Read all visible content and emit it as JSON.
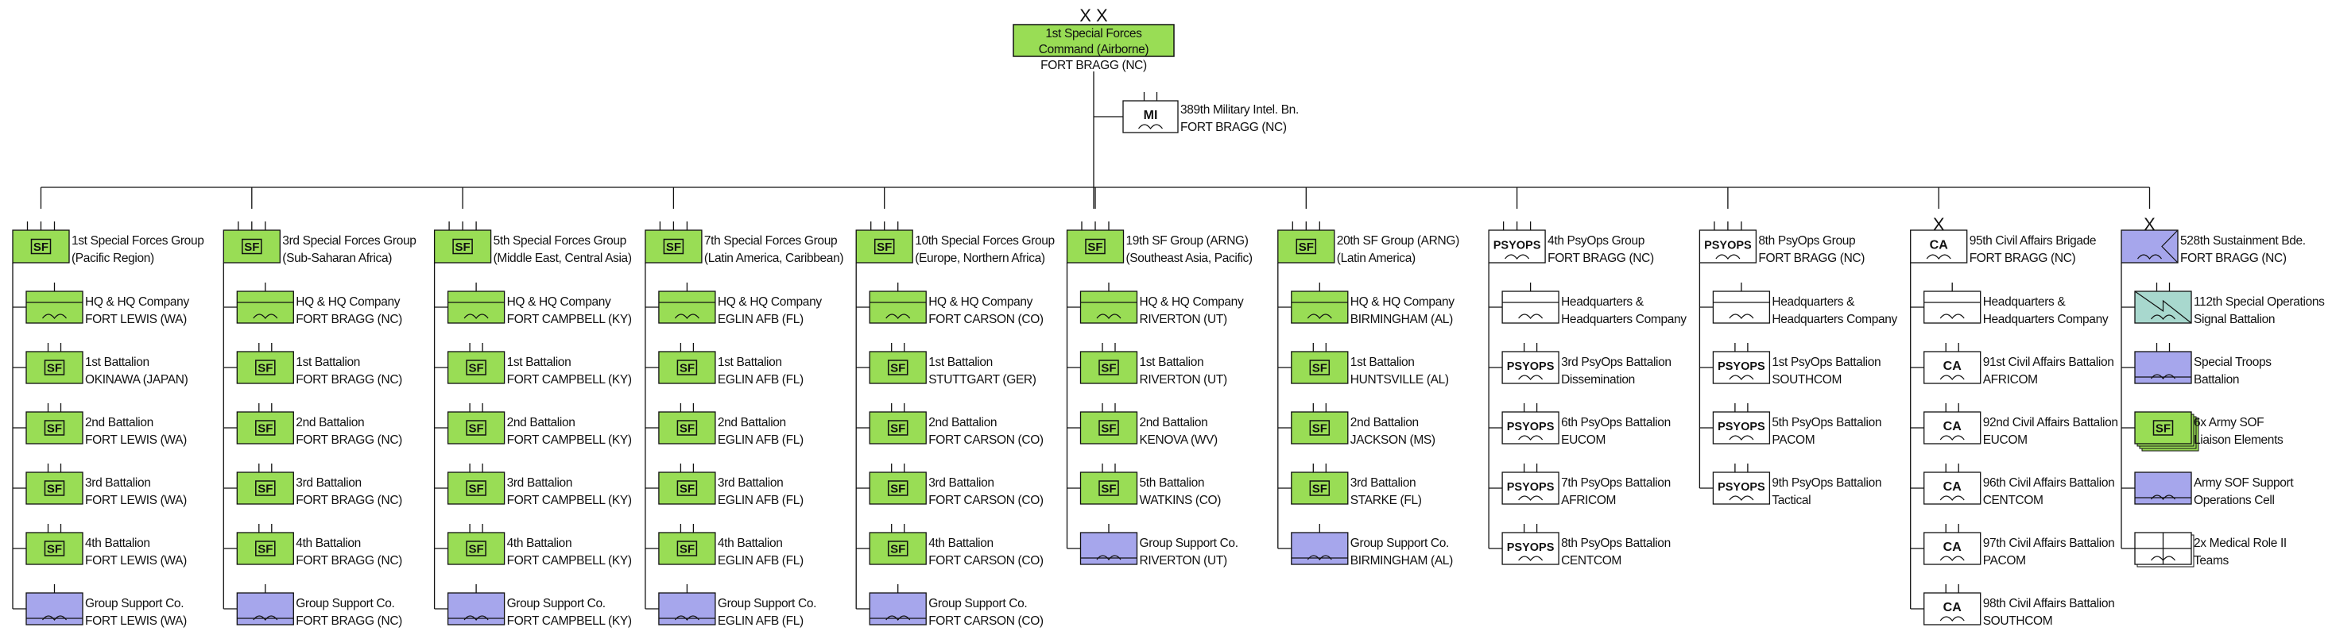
{
  "colors": {
    "sf_green": "#99DD55",
    "support_purple": "#A6A6EC",
    "signal_teal": "#A8D8CE",
    "line": "#111111",
    "white": "#FFFFFF"
  },
  "root": {
    "echelon": "X X",
    "lines": [
      "1st Special Forces",
      "Command (Airborne)"
    ],
    "location": "FORT BRAGG (NC)"
  },
  "mi": {
    "type": "mi",
    "label": "MI",
    "ticks": 2,
    "lines": [
      "389th Military Intel. Bn.",
      "FORT BRAGG (NC)"
    ]
  },
  "columns": [
    {
      "echelon": "",
      "group": {
        "type": "sf",
        "label": "SF",
        "ticks": 3,
        "lines": [
          "1st Special Forces Group",
          "(Pacific Region)"
        ]
      },
      "children": [
        {
          "type": "hq",
          "ticks": 1,
          "lines": [
            "HQ & HQ Company",
            "FORT LEWIS (WA)"
          ]
        },
        {
          "type": "sf",
          "label": "SF",
          "ticks": 2,
          "lines": [
            "1st Battalion",
            "OKINAWA (JAPAN)"
          ]
        },
        {
          "type": "sf",
          "label": "SF",
          "ticks": 2,
          "lines": [
            "2nd Battalion",
            "FORT LEWIS (WA)"
          ]
        },
        {
          "type": "sf",
          "label": "SF",
          "ticks": 2,
          "lines": [
            "3rd Battalion",
            "FORT LEWIS (WA)"
          ]
        },
        {
          "type": "sf",
          "label": "SF",
          "ticks": 2,
          "lines": [
            "4th Battalion",
            "FORT LEWIS (WA)"
          ]
        },
        {
          "type": "support",
          "ticks": 1,
          "lines": [
            "Group Support Co.",
            "FORT LEWIS (WA)"
          ]
        }
      ]
    },
    {
      "echelon": "",
      "group": {
        "type": "sf",
        "label": "SF",
        "ticks": 3,
        "lines": [
          "3rd Special Forces Group",
          "(Sub-Saharan Africa)"
        ]
      },
      "children": [
        {
          "type": "hq",
          "ticks": 1,
          "lines": [
            "HQ & HQ Company",
            "FORT BRAGG (NC)"
          ]
        },
        {
          "type": "sf",
          "label": "SF",
          "ticks": 2,
          "lines": [
            "1st Battalion",
            "FORT BRAGG (NC)"
          ]
        },
        {
          "type": "sf",
          "label": "SF",
          "ticks": 2,
          "lines": [
            "2nd Battalion",
            "FORT BRAGG (NC)"
          ]
        },
        {
          "type": "sf",
          "label": "SF",
          "ticks": 2,
          "lines": [
            "3rd Battalion",
            "FORT BRAGG (NC)"
          ]
        },
        {
          "type": "sf",
          "label": "SF",
          "ticks": 2,
          "lines": [
            "4th Battalion",
            "FORT BRAGG (NC)"
          ]
        },
        {
          "type": "support",
          "ticks": 1,
          "lines": [
            "Group Support Co.",
            "FORT BRAGG (NC)"
          ]
        }
      ]
    },
    {
      "echelon": "",
      "group": {
        "type": "sf",
        "label": "SF",
        "ticks": 3,
        "lines": [
          "5th Special Forces Group",
          "(Middle East, Central Asia)"
        ]
      },
      "children": [
        {
          "type": "hq",
          "ticks": 1,
          "lines": [
            "HQ & HQ Company",
            "FORT CAMPBELL (KY)"
          ]
        },
        {
          "type": "sf",
          "label": "SF",
          "ticks": 2,
          "lines": [
            "1st Battalion",
            "FORT CAMPBELL (KY)"
          ]
        },
        {
          "type": "sf",
          "label": "SF",
          "ticks": 2,
          "lines": [
            "2nd Battalion",
            "FORT CAMPBELL (KY)"
          ]
        },
        {
          "type": "sf",
          "label": "SF",
          "ticks": 2,
          "lines": [
            "3rd Battalion",
            "FORT CAMPBELL (KY)"
          ]
        },
        {
          "type": "sf",
          "label": "SF",
          "ticks": 2,
          "lines": [
            "4th Battalion",
            "FORT CAMPBELL (KY)"
          ]
        },
        {
          "type": "support",
          "ticks": 1,
          "lines": [
            "Group Support Co.",
            "FORT CAMPBELL (KY)"
          ]
        }
      ]
    },
    {
      "echelon": "",
      "group": {
        "type": "sf",
        "label": "SF",
        "ticks": 3,
        "lines": [
          "7th Special Forces Group",
          "(Latin America, Caribbean)"
        ]
      },
      "children": [
        {
          "type": "hq",
          "ticks": 1,
          "lines": [
            "HQ & HQ Company",
            "EGLIN AFB (FL)"
          ]
        },
        {
          "type": "sf",
          "label": "SF",
          "ticks": 2,
          "lines": [
            "1st Battalion",
            "EGLIN AFB (FL)"
          ]
        },
        {
          "type": "sf",
          "label": "SF",
          "ticks": 2,
          "lines": [
            "2nd Battalion",
            "EGLIN AFB (FL)"
          ]
        },
        {
          "type": "sf",
          "label": "SF",
          "ticks": 2,
          "lines": [
            "3rd Battalion",
            "EGLIN AFB (FL)"
          ]
        },
        {
          "type": "sf",
          "label": "SF",
          "ticks": 2,
          "lines": [
            "4th Battalion",
            "EGLIN AFB (FL)"
          ]
        },
        {
          "type": "support",
          "ticks": 1,
          "lines": [
            "Group Support Co.",
            "EGLIN AFB (FL)"
          ]
        }
      ]
    },
    {
      "echelon": "",
      "group": {
        "type": "sf",
        "label": "SF",
        "ticks": 3,
        "lines": [
          "10th Special Forces Group",
          "(Europe, Northern Africa)"
        ]
      },
      "children": [
        {
          "type": "hq",
          "ticks": 1,
          "lines": [
            "HQ & HQ Company",
            "FORT CARSON (CO)"
          ]
        },
        {
          "type": "sf",
          "label": "SF",
          "ticks": 2,
          "lines": [
            "1st Battalion",
            "STUTTGART (GER)"
          ]
        },
        {
          "type": "sf",
          "label": "SF",
          "ticks": 2,
          "lines": [
            "2nd Battalion",
            "FORT CARSON (CO)"
          ]
        },
        {
          "type": "sf",
          "label": "SF",
          "ticks": 2,
          "lines": [
            "3rd Battalion",
            "FORT CARSON (CO)"
          ]
        },
        {
          "type": "sf",
          "label": "SF",
          "ticks": 2,
          "lines": [
            "4th Battalion",
            "FORT CARSON (CO)"
          ]
        },
        {
          "type": "support",
          "ticks": 1,
          "lines": [
            "Group Support Co.",
            "FORT CARSON (CO)"
          ]
        }
      ]
    },
    {
      "echelon": "",
      "group": {
        "type": "sf",
        "label": "SF",
        "ticks": 3,
        "lines": [
          "19th SF Group (ARNG)",
          "(Southeast Asia, Pacific)"
        ]
      },
      "children": [
        {
          "type": "hq",
          "ticks": 1,
          "lines": [
            "HQ & HQ Company",
            "RIVERTON (UT)"
          ]
        },
        {
          "type": "sf",
          "label": "SF",
          "ticks": 2,
          "lines": [
            "1st Battalion",
            "RIVERTON (UT)"
          ]
        },
        {
          "type": "sf",
          "label": "SF",
          "ticks": 2,
          "lines": [
            "2nd Battalion",
            "KENOVA (WV)"
          ]
        },
        {
          "type": "sf",
          "label": "SF",
          "ticks": 2,
          "lines": [
            "5th Battalion",
            "WATKINS (CO)"
          ]
        },
        {
          "type": "support",
          "ticks": 1,
          "lines": [
            "Group Support Co.",
            "RIVERTON (UT)"
          ]
        }
      ]
    },
    {
      "echelon": "",
      "group": {
        "type": "sf",
        "label": "SF",
        "ticks": 3,
        "lines": [
          "20th SF Group (ARNG)",
          "(Latin America)"
        ]
      },
      "children": [
        {
          "type": "hq",
          "ticks": 1,
          "lines": [
            "HQ & HQ Company",
            "BIRMINGHAM (AL)"
          ]
        },
        {
          "type": "sf",
          "label": "SF",
          "ticks": 2,
          "lines": [
            "1st Battalion",
            "HUNTSVILLE (AL)"
          ]
        },
        {
          "type": "sf",
          "label": "SF",
          "ticks": 2,
          "lines": [
            "2nd Battalion",
            "JACKSON (MS)"
          ]
        },
        {
          "type": "sf",
          "label": "SF",
          "ticks": 2,
          "lines": [
            "3rd Battalion",
            "STARKE (FL)"
          ]
        },
        {
          "type": "support",
          "ticks": 1,
          "lines": [
            "Group Support Co.",
            "BIRMINGHAM (AL)"
          ]
        }
      ]
    },
    {
      "echelon": "",
      "group": {
        "type": "psyops",
        "label": "PSYOPS",
        "ticks": 3,
        "lines": [
          "4th PsyOps Group",
          "FORT BRAGG (NC)"
        ]
      },
      "children": [
        {
          "type": "hq_white",
          "ticks": 1,
          "lines": [
            "Headquarters &",
            "Headquarters Company"
          ]
        },
        {
          "type": "psyops",
          "label": "PSYOPS",
          "ticks": 2,
          "lines": [
            "3rd PsyOps Battalion",
            "Dissemination"
          ]
        },
        {
          "type": "psyops",
          "label": "PSYOPS",
          "ticks": 2,
          "lines": [
            "6th PsyOps Battalion",
            "EUCOM"
          ]
        },
        {
          "type": "psyops",
          "label": "PSYOPS",
          "ticks": 2,
          "lines": [
            "7th PsyOps Battalion",
            "AFRICOM"
          ]
        },
        {
          "type": "psyops",
          "label": "PSYOPS",
          "ticks": 2,
          "lines": [
            "8th PsyOps Battalion",
            "CENTCOM"
          ]
        }
      ]
    },
    {
      "echelon": "",
      "group": {
        "type": "psyops",
        "label": "PSYOPS",
        "ticks": 3,
        "lines": [
          "8th PsyOps Group",
          "FORT BRAGG (NC)"
        ]
      },
      "children": [
        {
          "type": "hq_white",
          "ticks": 1,
          "lines": [
            "Headquarters &",
            "Headquarters Company"
          ]
        },
        {
          "type": "psyops",
          "label": "PSYOPS",
          "ticks": 2,
          "lines": [
            "1st PsyOps Battalion",
            "SOUTHCOM"
          ]
        },
        {
          "type": "psyops",
          "label": "PSYOPS",
          "ticks": 2,
          "lines": [
            "5th PsyOps Battalion",
            "PACOM"
          ]
        },
        {
          "type": "psyops",
          "label": "PSYOPS",
          "ticks": 2,
          "lines": [
            "9th PsyOps Battalion",
            "Tactical"
          ]
        }
      ]
    },
    {
      "echelon": "X",
      "group": {
        "type": "ca",
        "label": "CA",
        "ticks": 0,
        "lines": [
          "95th Civil Affairs Brigade",
          "FORT BRAGG (NC)"
        ]
      },
      "children": [
        {
          "type": "hq_white",
          "ticks": 1,
          "lines": [
            "Headquarters &",
            "Headquarters Company"
          ]
        },
        {
          "type": "ca",
          "label": "CA",
          "ticks": 2,
          "lines": [
            "91st Civil Affairs Battalion",
            "AFRICOM"
          ]
        },
        {
          "type": "ca",
          "label": "CA",
          "ticks": 2,
          "lines": [
            "92nd Civil Affairs Battalion",
            "EUCOM"
          ]
        },
        {
          "type": "ca",
          "label": "CA",
          "ticks": 2,
          "lines": [
            "96th Civil Affairs Battalion",
            "CENTCOM"
          ]
        },
        {
          "type": "ca",
          "label": "CA",
          "ticks": 2,
          "lines": [
            "97th Civil Affairs Battalion",
            "PACOM"
          ]
        },
        {
          "type": "ca",
          "label": "CA",
          "ticks": 2,
          "lines": [
            "98th Civil Affairs Battalion",
            "SOUTHCOM"
          ]
        }
      ]
    },
    {
      "echelon": "X",
      "group": {
        "type": "sustainment",
        "ticks": 0,
        "lines": [
          "528th Sustainment Bde.",
          "FORT BRAGG (NC)"
        ]
      },
      "children": [
        {
          "type": "signal",
          "ticks": 2,
          "lines": [
            "112th Special Operations",
            "Signal Battalion"
          ]
        },
        {
          "type": "support",
          "ticks": 2,
          "lines": [
            "Special Troops",
            "Battalion"
          ]
        },
        {
          "type": "sf_stack",
          "label": "SF",
          "ticks": 0,
          "lines": [
            "6x Army SOF",
            "Liaison Elements"
          ]
        },
        {
          "type": "support",
          "ticks": 0,
          "lines": [
            "Army SOF Support",
            "Operations Cell"
          ]
        },
        {
          "type": "medical_stack",
          "ticks": 0,
          "lines": [
            "2x Medical Role II",
            "Teams"
          ]
        }
      ]
    }
  ]
}
